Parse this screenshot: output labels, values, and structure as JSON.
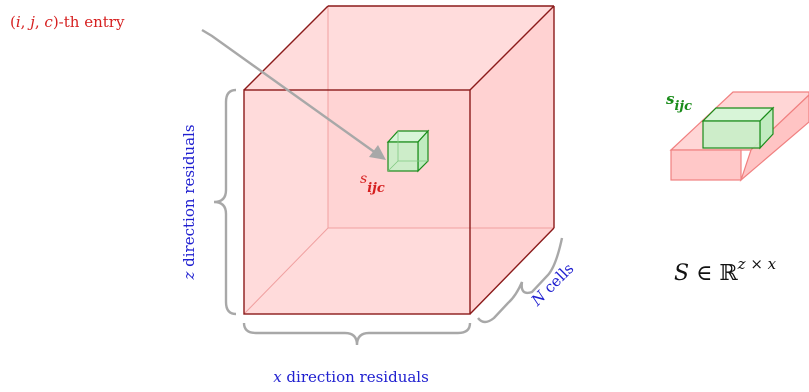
{
  "labels": {
    "entry_prefix": "(",
    "entry_i": "i",
    "entry_sep1": ", ",
    "entry_j": "j",
    "entry_sep2": ", ",
    "entry_c": "c",
    "entry_suffix": ")-th entry",
    "cell_label_base": "s",
    "cell_label_sub": "ijc",
    "z_axis_var": "z",
    "z_axis_text": " direction residuals",
    "x_axis_var": "x",
    "x_axis_text": " direction residuals",
    "n_axis_var": "N",
    "n_axis_text": " cells",
    "slice_label_base": "s",
    "slice_label_sub": "ijc",
    "set_S": "S",
    "set_in": " ∈ ",
    "set_R": "ℝ",
    "set_exp": "z × x"
  },
  "colors": {
    "cube_edge": "#8b1a1a",
    "cube_fill": "#ffd6d6",
    "cube_inner": "#f2a9a9",
    "cell_edge": "#1a8c1a",
    "cell_fill": "#c8f0c8",
    "slice_edge": "#f08080",
    "slice_fill": "#ffc8c8",
    "red_text": "#d62020",
    "blue_text": "#2020d0",
    "green_text": "#1a8c1a",
    "brace": "#a0a0a0"
  }
}
